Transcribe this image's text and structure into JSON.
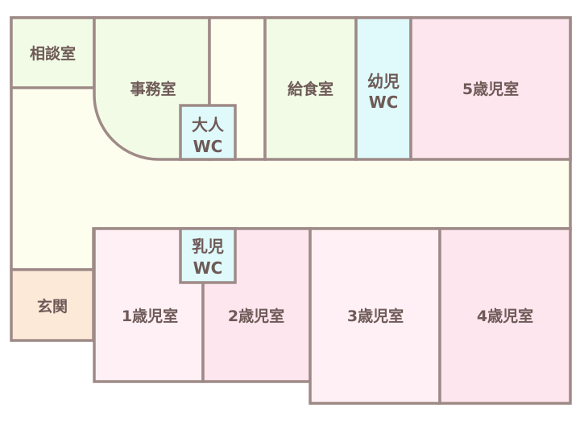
{
  "colors": {
    "wall": "#9e8a87",
    "corridor": "#fefeee",
    "office_green": "#f1fbe5",
    "wc_blue": "#e0fafb",
    "room_pink": "#fde6ee",
    "room_light_pink": "#fff0f5",
    "entrance": "#fde9d8"
  },
  "rooms": {
    "consultation": "相談室",
    "office": "事務室",
    "adult_wc_line1": "大人",
    "adult_wc_line2": "WC",
    "kitchen": "給食室",
    "toddler_wc_line1": "幼児",
    "toddler_wc_line2": "WC",
    "age5": "5歳児室",
    "infant_wc_line1": "乳児",
    "infant_wc_line2": "WC",
    "entrance": "玄関",
    "age1": "1歳児室",
    "age2": "2歳児室",
    "age3": "3歳児室",
    "age4": "4歳児室"
  }
}
